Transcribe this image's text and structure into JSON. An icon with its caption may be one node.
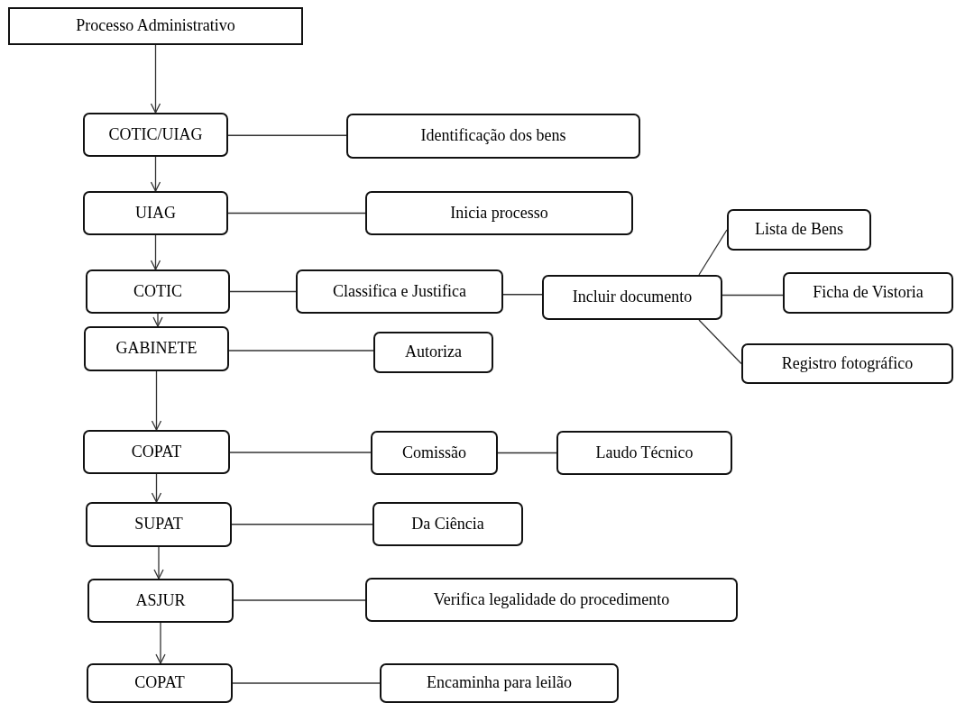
{
  "diagram": {
    "nodes": [
      {
        "text": [
          "Processo Administrativo"
        ]
      },
      {
        "text": [
          "COTIC/UIAG"
        ]
      },
      {
        "text": [
          "Identificação dos bens"
        ]
      },
      {
        "text": [
          "UIAG"
        ]
      },
      {
        "text": [
          "Inicia processo"
        ]
      },
      {
        "text": [
          "COTIC"
        ]
      },
      {
        "text": [
          "Classifica e Justifica"
        ]
      },
      {
        "text": [
          "Incluir documento"
        ]
      },
      {
        "text": [
          "Lista de Bens"
        ]
      },
      {
        "text": [
          "Ficha de Vistoria"
        ]
      },
      {
        "text": [
          "Registro fotográfico"
        ]
      },
      {
        "text": [
          "GABINETE"
        ]
      },
      {
        "text": [
          "Autoriza"
        ]
      },
      {
        "text": [
          "COPAT"
        ]
      },
      {
        "text": [
          "Comissão"
        ]
      },
      {
        "text": [
          "Laudo Técnico"
        ]
      },
      {
        "text": [
          "SUPAT"
        ]
      },
      {
        "text": [
          "Da Ciência"
        ]
      },
      {
        "text": [
          "ASJUR"
        ]
      },
      {
        "text": [
          "Verifica legalidade do procedimento"
        ]
      },
      {
        "text": [
          "COPAT"
        ]
      },
      {
        "text": [
          "Encaminha para leilão"
        ]
      }
    ],
    "edges": [
      {
        "from": 0,
        "to": 1,
        "arrow": "to"
      },
      {
        "from": 1,
        "to": 2,
        "arrow": "none"
      },
      {
        "from": 1,
        "to": 3,
        "arrow": "to"
      },
      {
        "from": 3,
        "to": 4,
        "arrow": "none"
      },
      {
        "from": 3,
        "to": 5,
        "arrow": "to"
      },
      {
        "from": 5,
        "to": 6,
        "arrow": "none"
      },
      {
        "from": 6,
        "to": 7,
        "arrow": "none"
      },
      {
        "from": 7,
        "to": 8,
        "arrow": "none"
      },
      {
        "from": 7,
        "to": 9,
        "arrow": "none"
      },
      {
        "from": 7,
        "to": 10,
        "arrow": "none"
      },
      {
        "from": 5,
        "to": 11,
        "arrow": "to"
      },
      {
        "from": 11,
        "to": 12,
        "arrow": "none"
      },
      {
        "from": 11,
        "to": 13,
        "arrow": "to"
      },
      {
        "from": 13,
        "to": 14,
        "arrow": "none"
      },
      {
        "from": 14,
        "to": 15,
        "arrow": "none"
      },
      {
        "from": 13,
        "to": 16,
        "arrow": "to"
      },
      {
        "from": 16,
        "to": 17,
        "arrow": "none"
      },
      {
        "from": 16,
        "to": 18,
        "arrow": "to"
      },
      {
        "from": 18,
        "to": 19,
        "arrow": "none"
      },
      {
        "from": 18,
        "to": 20,
        "arrow": "to"
      },
      {
        "from": 20,
        "to": 21,
        "arrow": "none"
      }
    ]
  }
}
